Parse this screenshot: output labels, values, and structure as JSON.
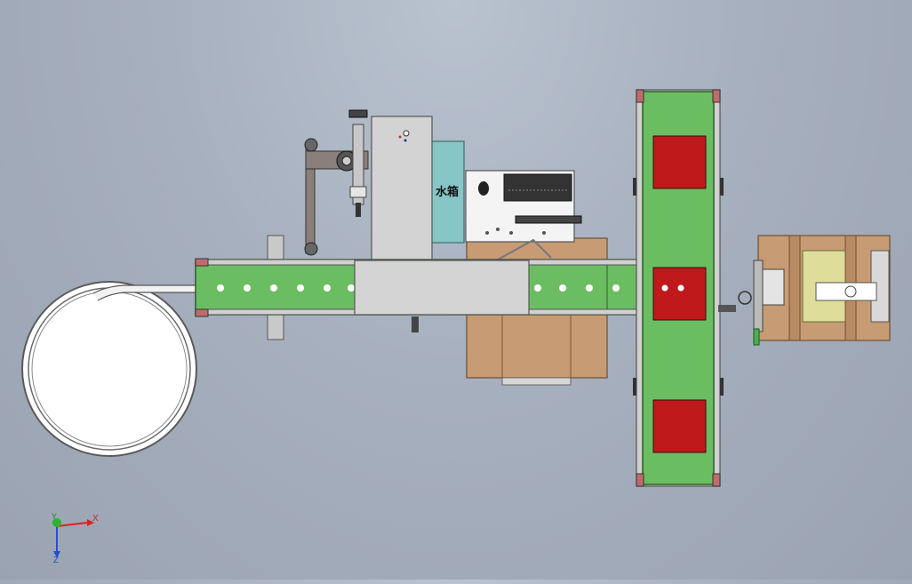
{
  "labels": {
    "water_tank": "水箱"
  },
  "axis_triad": {
    "x_label": "X",
    "y_label": "Y",
    "z_label": "Z"
  },
  "colors": {
    "background": "#a7b0be",
    "conveyor_green": "#6bbd62",
    "block_red": "#c0191b",
    "tank_teal": "#86c6c6",
    "box_brown": "#c79b73",
    "yellow_panel": "#dede9a",
    "frame_grey": "#d7d7d7"
  }
}
